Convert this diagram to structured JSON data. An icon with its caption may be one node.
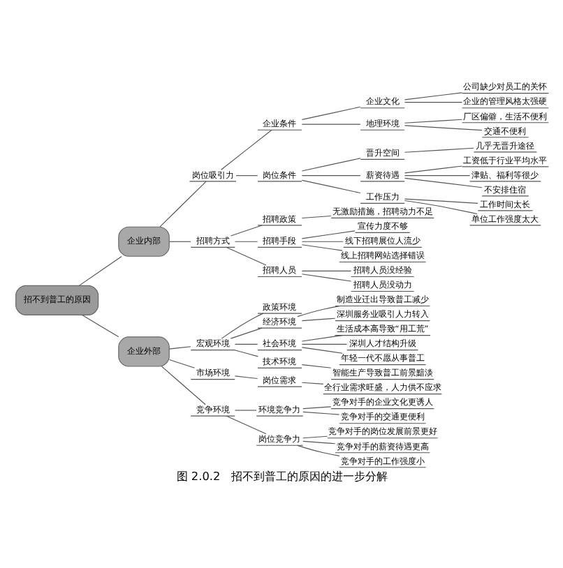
{
  "diagram": {
    "caption": "图 2.0.2　招不到普工的原因的进一步分解",
    "nodes": [
      {
        "text": [
          "招不到普工的原因"
        ]
      },
      {
        "text": [
          "企业内部"
        ]
      },
      {
        "text": [
          "岗位吸引力"
        ]
      },
      {
        "text": [
          "企业条件"
        ]
      },
      {
        "text": [
          "企业文化"
        ]
      },
      {
        "text": [
          "公司缺少对员工的关怀"
        ]
      },
      {
        "text": [
          "企业的管理风格太强硬"
        ]
      },
      {
        "text": [
          "地理环境"
        ]
      },
      {
        "text": [
          "厂区偏僻，生活不便利"
        ]
      },
      {
        "text": [
          "交通不便利"
        ]
      },
      {
        "text": [
          "岗位条件"
        ]
      },
      {
        "text": [
          "晋升空间"
        ]
      },
      {
        "text": [
          "几乎无晋升途径"
        ]
      },
      {
        "text": [
          "薪资待遇"
        ]
      },
      {
        "text": [
          "工资低于行业平均水平"
        ]
      },
      {
        "text": [
          "津贴、福利等很少"
        ]
      },
      {
        "text": [
          "不安排住宿"
        ]
      },
      {
        "text": [
          "工作压力"
        ]
      },
      {
        "text": [
          "工作时间太长"
        ]
      },
      {
        "text": [
          "单位工作强度太大"
        ]
      },
      {
        "text": [
          "招聘方式"
        ]
      },
      {
        "text": [
          "招聘政策"
        ]
      },
      {
        "text": [
          "无激励措施，招聘动力不足"
        ]
      },
      {
        "text": [
          "招聘手段"
        ]
      },
      {
        "text": [
          "宣传力度不够"
        ]
      },
      {
        "text": [
          "线下招聘展位人流少"
        ]
      },
      {
        "text": [
          "线上招聘网站选择错误"
        ]
      },
      {
        "text": [
          "招聘人员"
        ]
      },
      {
        "text": [
          "招聘人员没经验"
        ]
      },
      {
        "text": [
          "招聘人员没动力"
        ]
      },
      {
        "text": [
          "企业外部"
        ]
      },
      {
        "text": [
          "宏观环境"
        ]
      },
      {
        "text": [
          "政策环境"
        ]
      },
      {
        "text": [
          "经济环境"
        ]
      },
      {
        "text": [
          "制造业迁出导致普工减少"
        ]
      },
      {
        "text": [
          "深圳服务业吸引人力转入"
        ]
      },
      {
        "text": [
          "社会环境"
        ]
      },
      {
        "text": [
          "生活成本高导致“用工荒”"
        ]
      },
      {
        "text": [
          "深圳人才结构升级"
        ]
      },
      {
        "text": [
          "年轻一代不愿从事普工"
        ]
      },
      {
        "text": [
          "技术环境"
        ]
      },
      {
        "text": [
          "智能生产导致普工前景黯淡"
        ]
      },
      {
        "text": [
          "市场环境"
        ]
      },
      {
        "text": [
          "岗位需求"
        ]
      },
      {
        "text": [
          "全行业需求旺盛，人力供不应求"
        ]
      },
      {
        "text": [
          "竞争环境"
        ]
      },
      {
        "text": [
          "环境竞争力"
        ]
      },
      {
        "text": [
          "竞争对手的企业文化更诱人"
        ]
      },
      {
        "text": [
          "竞争对手的交通更便利"
        ]
      },
      {
        "text": [
          "岗位竞争力"
        ]
      },
      {
        "text": [
          "竞争对手的岗位发展前景更好"
        ]
      },
      {
        "text": [
          "竞争对手的薪资待遇更高"
        ]
      },
      {
        "text": [
          "竞争对手的工作强度小"
        ]
      }
    ],
    "edges": [
      {
        "from": 0,
        "to": 1,
        "arrow": "none"
      },
      {
        "from": 1,
        "to": 2,
        "arrow": "none"
      },
      {
        "from": 2,
        "to": 3,
        "arrow": "none"
      },
      {
        "from": 3,
        "to": 4,
        "arrow": "none"
      },
      {
        "from": 4,
        "to": 5,
        "arrow": "none"
      },
      {
        "from": 4,
        "to": 6,
        "arrow": "none"
      },
      {
        "from": 3,
        "to": 7,
        "arrow": "none"
      },
      {
        "from": 7,
        "to": 8,
        "arrow": "none"
      },
      {
        "from": 7,
        "to": 9,
        "arrow": "none"
      },
      {
        "from": 2,
        "to": 10,
        "arrow": "none"
      },
      {
        "from": 10,
        "to": 11,
        "arrow": "none"
      },
      {
        "from": 11,
        "to": 12,
        "arrow": "none"
      },
      {
        "from": 10,
        "to": 13,
        "arrow": "none"
      },
      {
        "from": 13,
        "to": 14,
        "arrow": "none"
      },
      {
        "from": 13,
        "to": 15,
        "arrow": "none"
      },
      {
        "from": 13,
        "to": 16,
        "arrow": "none"
      },
      {
        "from": 10,
        "to": 17,
        "arrow": "none"
      },
      {
        "from": 17,
        "to": 18,
        "arrow": "none"
      },
      {
        "from": 17,
        "to": 19,
        "arrow": "none"
      },
      {
        "from": 1,
        "to": 20,
        "arrow": "none"
      },
      {
        "from": 20,
        "to": 21,
        "arrow": "none"
      },
      {
        "from": 21,
        "to": 22,
        "arrow": "none"
      },
      {
        "from": 20,
        "to": 23,
        "arrow": "none"
      },
      {
        "from": 23,
        "to": 24,
        "arrow": "none"
      },
      {
        "from": 23,
        "to": 25,
        "arrow": "none"
      },
      {
        "from": 23,
        "to": 26,
        "arrow": "none"
      },
      {
        "from": 20,
        "to": 27,
        "arrow": "none"
      },
      {
        "from": 27,
        "to": 28,
        "arrow": "none"
      },
      {
        "from": 27,
        "to": 29,
        "arrow": "none"
      },
      {
        "from": 0,
        "to": 30,
        "arrow": "none"
      },
      {
        "from": 30,
        "to": 31,
        "arrow": "none"
      },
      {
        "from": 31,
        "to": 32,
        "arrow": "none"
      },
      {
        "from": 31,
        "to": 33,
        "arrow": "none"
      },
      {
        "from": 33,
        "to": 34,
        "arrow": "none"
      },
      {
        "from": 33,
        "to": 35,
        "arrow": "none"
      },
      {
        "from": 31,
        "to": 36,
        "arrow": "none"
      },
      {
        "from": 36,
        "to": 37,
        "arrow": "none"
      },
      {
        "from": 36,
        "to": 38,
        "arrow": "none"
      },
      {
        "from": 36,
        "to": 39,
        "arrow": "none"
      },
      {
        "from": 31,
        "to": 40,
        "arrow": "none"
      },
      {
        "from": 40,
        "to": 41,
        "arrow": "none"
      },
      {
        "from": 30,
        "to": 42,
        "arrow": "none"
      },
      {
        "from": 42,
        "to": 43,
        "arrow": "none"
      },
      {
        "from": 43,
        "to": 44,
        "arrow": "none"
      },
      {
        "from": 30,
        "to": 45,
        "arrow": "none"
      },
      {
        "from": 45,
        "to": 46,
        "arrow": "none"
      },
      {
        "from": 46,
        "to": 47,
        "arrow": "none"
      },
      {
        "from": 46,
        "to": 48,
        "arrow": "none"
      },
      {
        "from": 45,
        "to": 49,
        "arrow": "none"
      },
      {
        "from": 49,
        "to": 50,
        "arrow": "none"
      },
      {
        "from": 49,
        "to": 51,
        "arrow": "none"
      },
      {
        "from": 49,
        "to": 52,
        "arrow": "none"
      }
    ]
  }
}
